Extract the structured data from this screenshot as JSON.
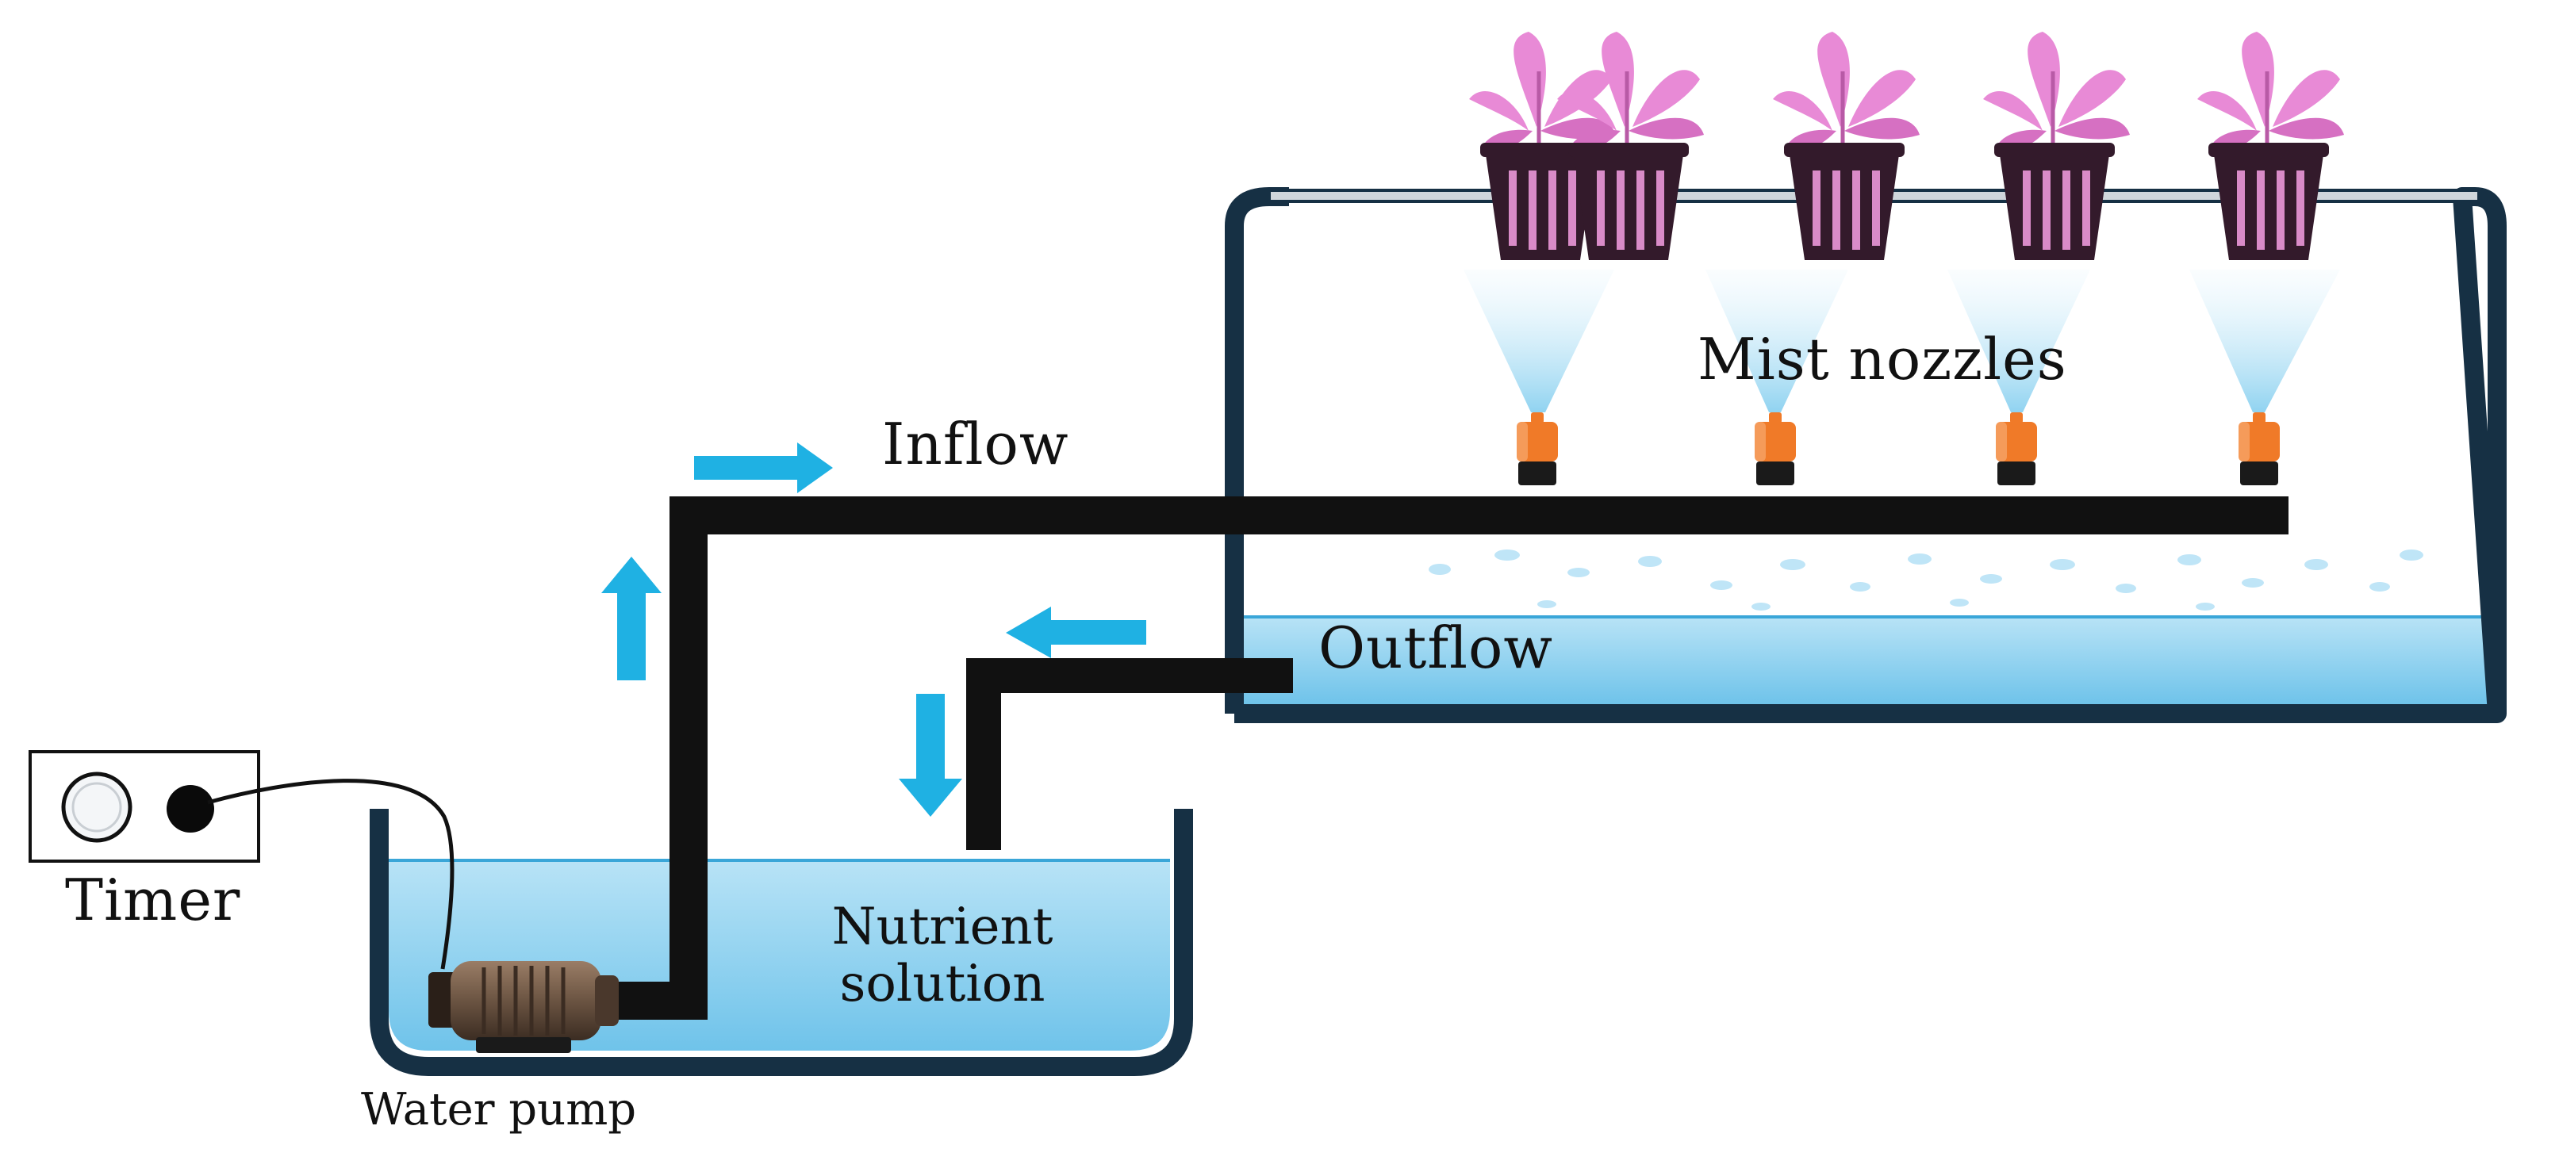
{
  "labels": {
    "inflow": "Inflow",
    "outflow": "Outflow",
    "mist_nozzles": "Mist nozzles",
    "nutrient_line1": "Nutrient",
    "nutrient_line2": "solution",
    "water_pump": "Water pump",
    "timer": "Timer"
  },
  "colors": {
    "pipe": "#111111",
    "arrow": "#1fb1e3",
    "water": "#8ed3f1",
    "water_light": "#c4e8f8",
    "tank_outline": "#163044",
    "nozzle": "#f07a28",
    "pot": "#331a2b",
    "pot_stripe": "#d98bc8",
    "leaf": "#e88ad6",
    "mist": "#b9e3f5",
    "pump": "#6b5442"
  },
  "icons": {
    "flow_arrow": "arrow-icon",
    "plant": "plant-icon",
    "nozzle": "mist-nozzle-icon",
    "pump": "water-pump-icon",
    "timer": "timer-icon"
  }
}
